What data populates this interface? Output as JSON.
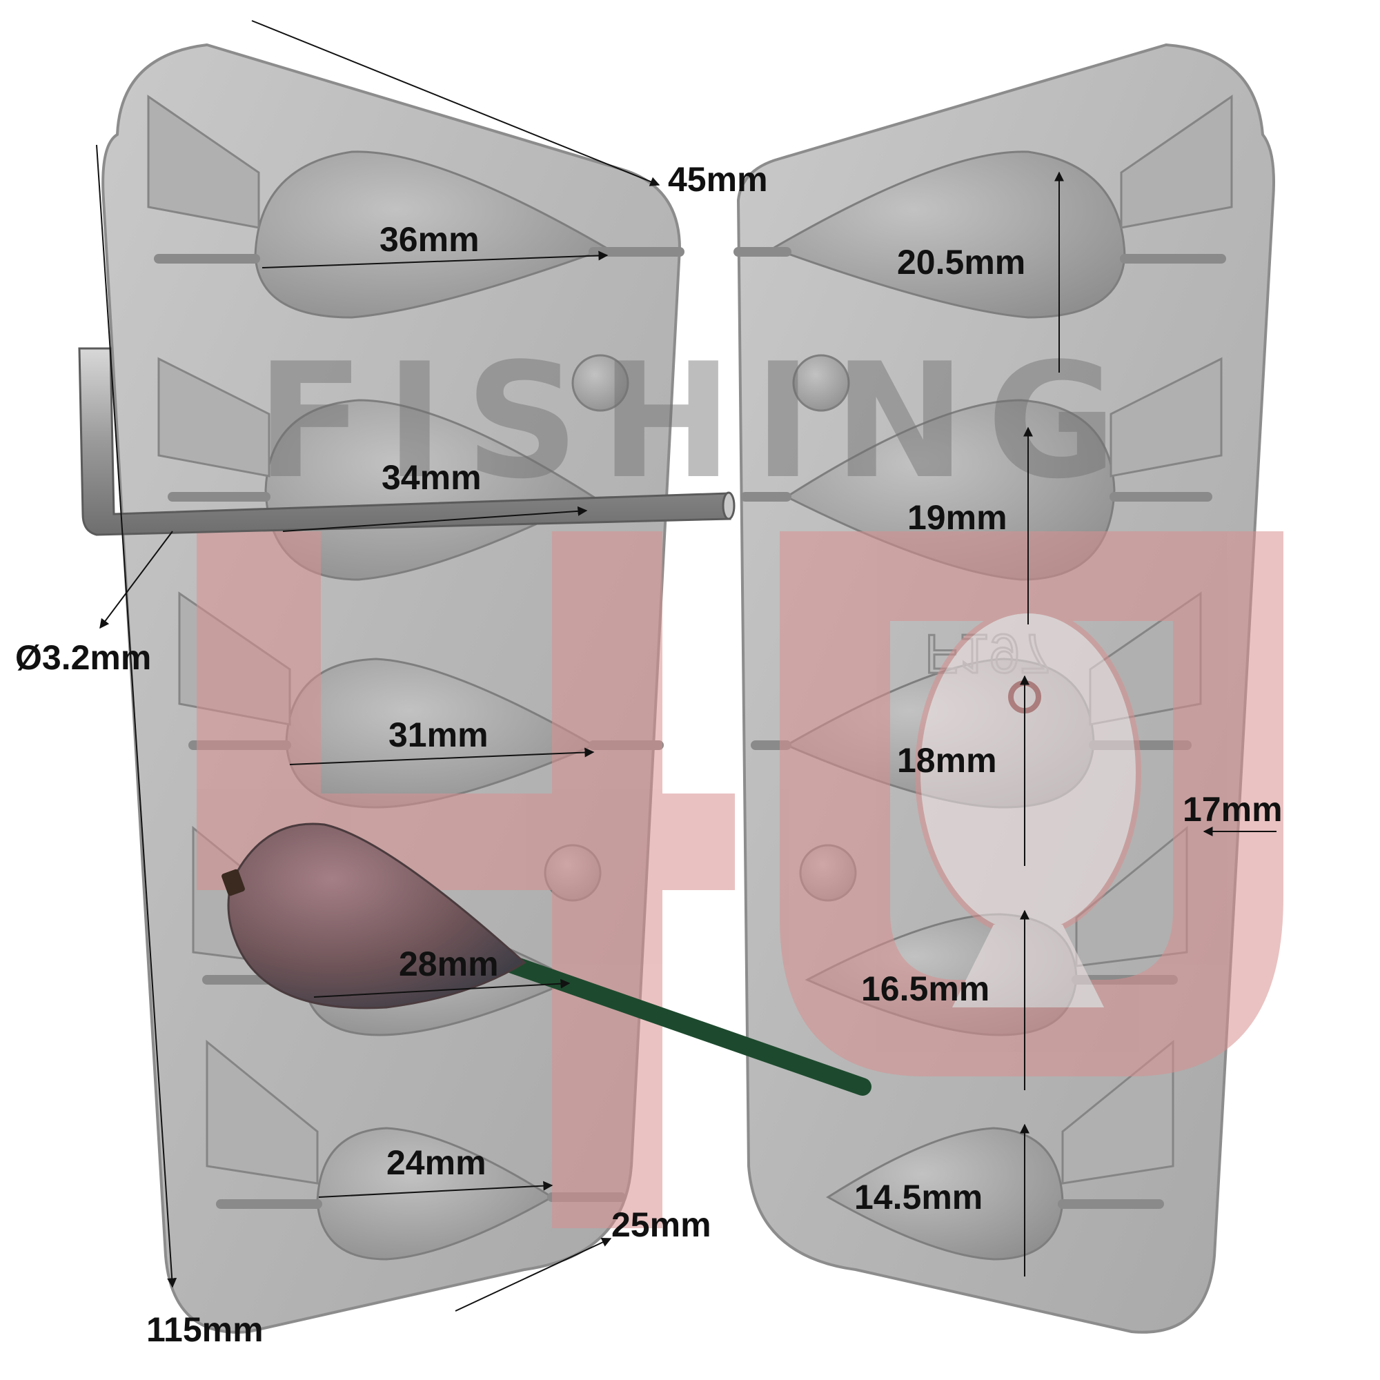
{
  "watermark": {
    "word": "FISHING"
  },
  "measurements": {
    "top_width": "45mm",
    "overall_length": "115mm",
    "bottom_width": "25mm",
    "rod_diameter": "Ø3.2mm",
    "depth": "17mm",
    "lengths": [
      "36mm",
      "34mm",
      "31mm",
      "28mm",
      "24mm"
    ],
    "diameters": [
      "20.5mm",
      "19mm",
      "18mm",
      "16.5mm",
      "14.5mm"
    ]
  },
  "mold_marking": "F197",
  "colors": {
    "aluminium": "#b4b4b4",
    "cavity": "#a3a3a3",
    "watermark_red": "#d98f8f",
    "watermark_gray": "#777777",
    "rod": "#9c9c9c",
    "wire": "#1d4a2e",
    "sinker": "#7a5a5e"
  }
}
